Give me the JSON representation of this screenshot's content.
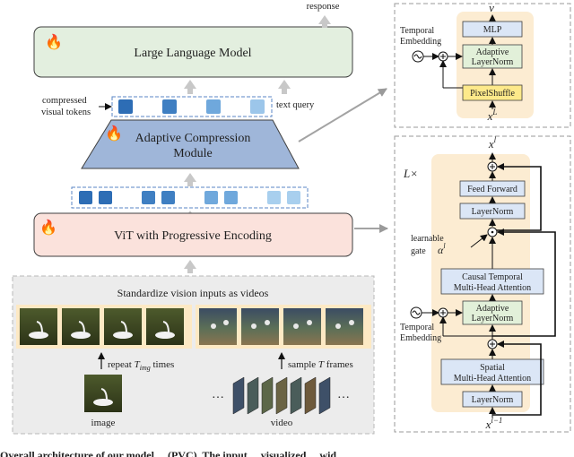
{
  "main": {
    "llm_label": "Large Language Model",
    "response_label": "response",
    "compressed_label_line1": "compressed",
    "compressed_label_line2": "visual tokens",
    "text_query_label": "text query",
    "acm_line1": "Adaptive Compression",
    "acm_line2": "Module",
    "vit_label": "ViT with Progressive Encoding",
    "standardize_label": "Standardize vision inputs as videos",
    "repeat_label_pre": "repeat ",
    "repeat_label_var": "T",
    "repeat_label_sub": "img",
    "repeat_label_post": " times",
    "sample_label_pre": "sample ",
    "sample_label_var": "T",
    "sample_label_post": " frames",
    "image_label": "image",
    "video_label": "video",
    "ellipsis": "…",
    "bottom_caption": "Overall architecture of our model ... (PVC). The input ... visualized ... wid"
  },
  "top_right": {
    "output_var": "v",
    "mlp_label": "MLP",
    "adaptive_ln_line1": "Adaptive",
    "adaptive_ln_line2": "LayerNorm",
    "pixelshuffle_label": "PixelShuffle",
    "temporal_line1": "Temporal",
    "temporal_line2": "Embedding",
    "input_var": "x",
    "input_sup": "L"
  },
  "bottom_right": {
    "repeat_label": "L×",
    "output_var": "x",
    "output_sup": "l",
    "feed_forward_label": "Feed Forward",
    "layernorm_label": "LayerNorm",
    "gate_line1": "learnable",
    "gate_line2": "gate",
    "gate_var": "α",
    "gate_sup": "l",
    "causal_line1": "Causal Temporal",
    "causal_line2": "Multi-Head Attention",
    "adaptive_ln_line1": "Adaptive",
    "adaptive_ln_line2": "LayerNorm",
    "temporal_line1": "Temporal",
    "temporal_line2": "Embedding",
    "spatial_line1": "Spatial",
    "spatial_line2": "Multi-Head Attention",
    "layernorm2_label": "LayerNorm",
    "input_var": "x",
    "input_sup": "l−1"
  },
  "colors": {
    "llm_fill": "#e3efdf",
    "acm_fill": "#9fb6d9",
    "vit_fill": "#fbe2dc",
    "input_panel": "#ececec",
    "block_panel": "#fcecd2",
    "blue_box": "#dbe6f6",
    "green_box": "#e2f0d9",
    "yellow_box": "#fde98a",
    "token_dark": "#2d6db5",
    "token_mid": "#5d9ad6",
    "token_light": "#a8cfee"
  }
}
